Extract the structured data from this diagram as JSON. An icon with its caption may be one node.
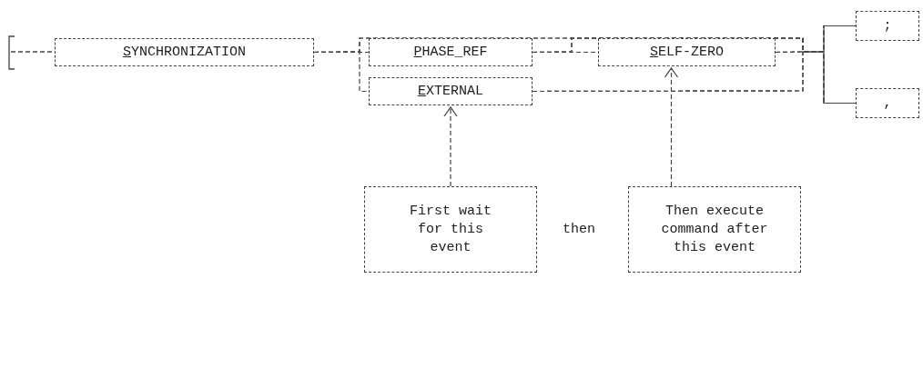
{
  "diagram": {
    "nodes": [
      {
        "text": [
          "SYNCHRONIZATION"
        ]
      },
      {
        "text": [
          "PHASE_REF"
        ]
      },
      {
        "text": [
          "SELF-ZERO"
        ]
      },
      {
        "text": [
          "EXTERNAL"
        ]
      },
      {
        "text": [
          ";"
        ]
      },
      {
        "text": [
          ","
        ]
      },
      {
        "text": [
          "First wait for this event"
        ]
      },
      {
        "text": [
          "Then execute command after this event"
        ]
      }
    ],
    "edges": [
      {
        "from": 0,
        "to": 1,
        "arrow": "none"
      },
      {
        "from": 0,
        "to": 3,
        "arrow": "none"
      },
      {
        "from": 1,
        "to": 2,
        "arrow": "none"
      },
      {
        "from": 0,
        "to": 4,
        "arrow": "none"
      },
      {
        "from": 0,
        "to": 5,
        "arrow": "none"
      },
      {
        "from": 1,
        "to": 4,
        "arrow": "none"
      },
      {
        "from": 1,
        "to": 5,
        "arrow": "none"
      },
      {
        "from": 2,
        "to": 4,
        "arrow": "none"
      },
      {
        "from": 2,
        "to": 5,
        "arrow": "none"
      },
      {
        "from": 3,
        "to": 4,
        "arrow": "none"
      },
      {
        "from": 3,
        "to": 5,
        "arrow": "none"
      },
      {
        "from": 6,
        "to": 3,
        "arrow": "to"
      },
      {
        "from": 7,
        "to": 2,
        "arrow": "to"
      }
    ],
    "labels": [
      "then"
    ]
  }
}
